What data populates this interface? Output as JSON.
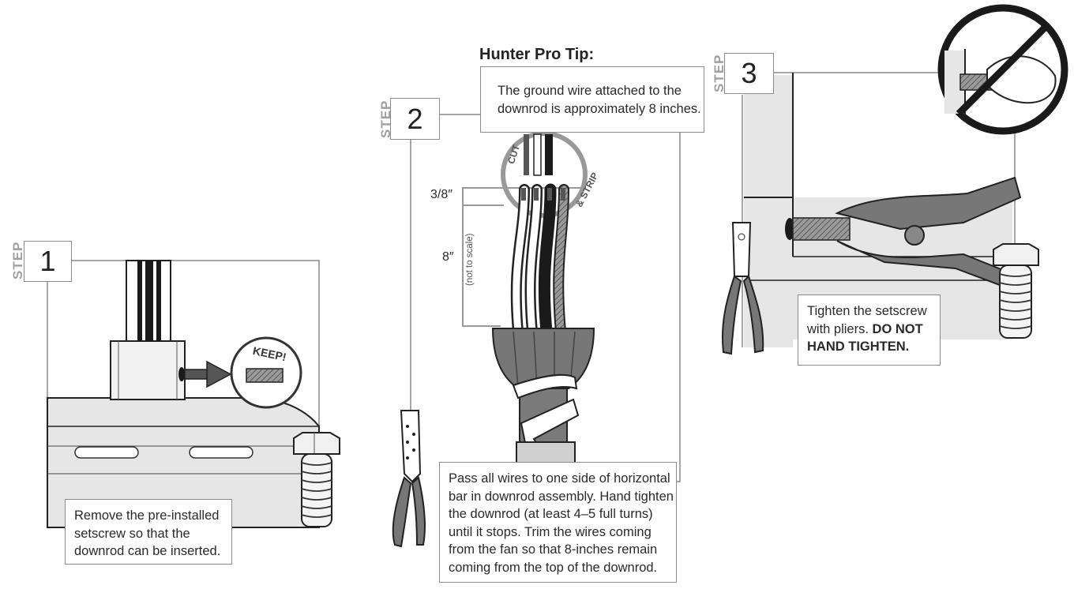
{
  "step_word": "STEP",
  "steps": [
    {
      "number": "1",
      "caption": "Remove the pre-installed setscrew so that the downrod can be inserted.",
      "caption_lines": [
        "Remove the pre-installed",
        "setscrew so that the",
        "downrod can be inserted."
      ],
      "badge": "KEEP!"
    },
    {
      "number": "2",
      "caption_lines": [
        "Pass all wires to one side of horizontal",
        "bar in downrod assembly. Hand tighten",
        "the downrod (at least 4–5 full turns)",
        "until it stops. Trim the wires coming",
        "from the fan so that 8-inches remain",
        "coming from the top of the downrod."
      ],
      "cut_label": "CUT",
      "strip_label": "& STRIP",
      "measure_strip": "3/8″",
      "measure_length": "8″",
      "scale_note": "(not to scale)"
    },
    {
      "number": "3",
      "caption_lines": [
        "Tighten the setscrew",
        "with pliers."
      ],
      "caption_warning_lines": [
        "DO NOT",
        "HAND TIGHTEN."
      ]
    }
  ],
  "pro_tip": {
    "title": "Hunter Pro Tip:",
    "text_lines": [
      "The ground wire attached to the",
      "downrod is approximately 8 inches."
    ]
  },
  "colors": {
    "frame": "#8a8a8a",
    "panel": "#e6e6e6",
    "dark": "#1a1a1a",
    "mid": "#6e6e6e",
    "pipe": "#7a7a7a"
  },
  "icons": [
    "prohibition-icon",
    "bolt-icon",
    "pliers-icon",
    "arrow-icon",
    "setscrew-icon"
  ]
}
